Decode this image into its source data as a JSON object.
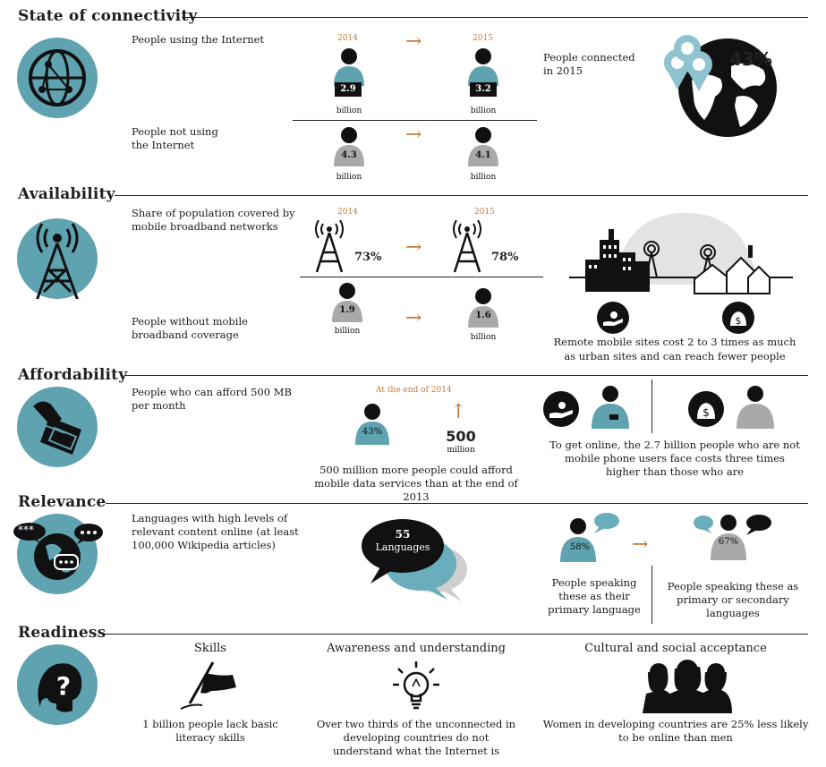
{
  "sections": {
    "connectivity": {
      "title": "State of connectivity",
      "using_label": "People using the Internet",
      "not_using_label": "People not using the Internet",
      "year_from": "2014",
      "year_to": "2015",
      "using_2014": "2.9",
      "using_2015": "3.2",
      "not_using_2014": "4.3",
      "not_using_2015": "4.1",
      "unit": "billion",
      "connected_label": "People connected in 2015",
      "connected_pct": "43%"
    },
    "availability": {
      "title": "Availability",
      "coverage_label": "Share of population covered by mobile broadband networks",
      "year_from": "2014",
      "year_to": "2015",
      "coverage_2014": "73%",
      "coverage_2015": "78%",
      "without_label": "People without mobile broadband coverage",
      "without_2014": "1.9",
      "without_2015": "1.6",
      "unit": "billion",
      "remote_note": "Remote mobile sites cost 2 to 3 times as much as urban sites and can reach fewer people"
    },
    "affordability": {
      "title": "Affordability",
      "afford_label": "People who can afford 500 MB per month",
      "period": "At the end of 2014",
      "afford_pct": "43%",
      "increase_value": "500",
      "increase_unit": "million",
      "increase_note": "500 million more people could afford mobile data services than at the end of 2013",
      "cost_note": "To get online, the 2.7 billion people who are not mobile phone users face costs three times higher than those who are"
    },
    "relevance": {
      "title": "Relevance",
      "languages_label": "Languages with high levels of relevant content online (at least 100,000 Wikipedia articles)",
      "languages_count": "55",
      "languages_word": "Languages",
      "primary_pct": "58%",
      "secondary_pct": "67%",
      "primary_label": "People speaking these as their primary language",
      "secondary_label": "People speaking these as primary or secondary languages",
      "bubble_stars": "***"
    },
    "readiness": {
      "title": "Readiness",
      "skills_title": "Skills",
      "skills_note": "1 billion people lack basic literacy skills",
      "awareness_title": "Awareness and understanding",
      "awareness_note": "Over two thirds of the unconnected in developing countries do not understand what the Internet is",
      "cultural_title": "Cultural and social acceptance",
      "cultural_note": "Women in developing countries are 25% less likely to be online than men"
    }
  },
  "colors": {
    "teal": "#5fa2b0",
    "light_teal": "#8ec3cf",
    "grey": "#a9a9a9",
    "orange": "#c47a3a",
    "dark": "#111111"
  },
  "icons": [
    "globe-network-icon",
    "antenna-tower-icon",
    "money-hand-icon",
    "chat-globe-icon",
    "question-head-icon",
    "map-pin-icon",
    "city-icon",
    "village-icon",
    "speech-bubble-icon",
    "pen-hand-icon",
    "lightbulb-icon",
    "people-group-icon"
  ]
}
